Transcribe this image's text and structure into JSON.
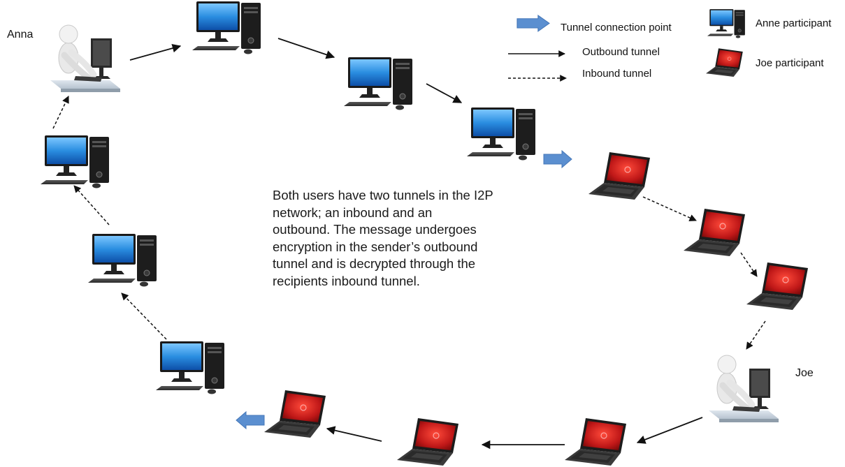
{
  "users": {
    "anna": "Anna",
    "joe": "Joe"
  },
  "legend": {
    "connection_point": "Tunnel connection point",
    "outbound": "Outbound tunnel",
    "inbound": "Inbound tunnel",
    "anne_participant": "Anne participant",
    "joe_participant": "Joe participant"
  },
  "description": [
    "Both users have two tunnels in the I2P",
    "network; an inbound and an",
    "outbound.  The message undergoes",
    "encryption in the sender’s outbound",
    "tunnel and is decrypted through the",
    "recipients inbound tunnel."
  ],
  "colors": {
    "connection_arrow": "#5b8fd0",
    "screen_blue": "#2a8de0",
    "laptop_red": "#c01818",
    "tower": "#1d1d1d"
  }
}
